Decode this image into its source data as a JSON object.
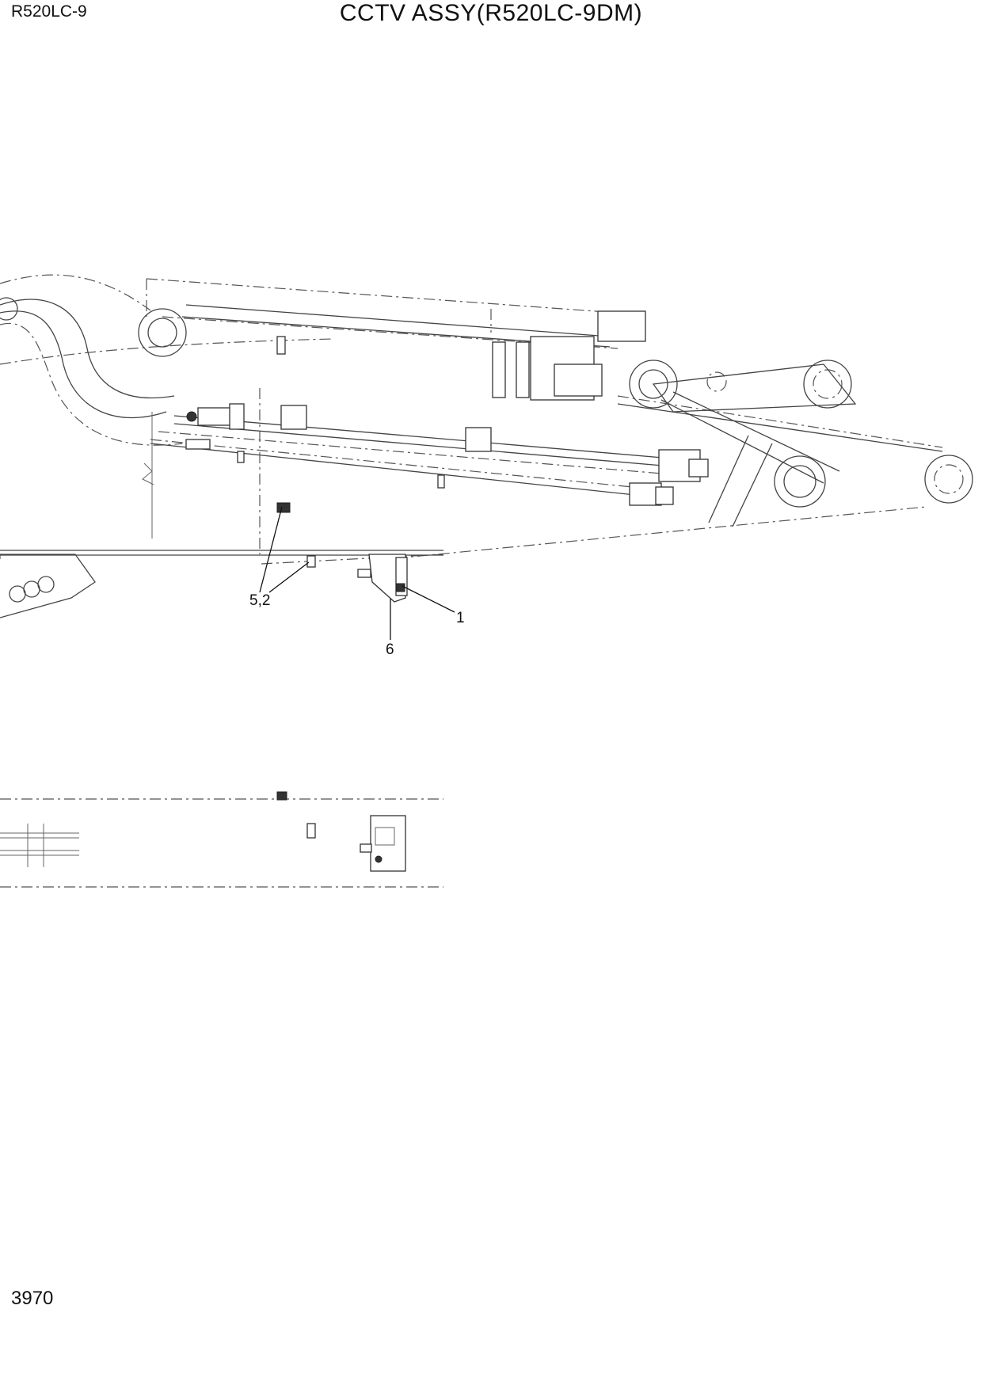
{
  "header": {
    "model": "R520LC-9",
    "title": "CCTV ASSY(R520LC-9DM)"
  },
  "footer": {
    "page_number": "3970"
  },
  "callouts": {
    "c52": "5,2",
    "c1": "1",
    "c6": "6"
  }
}
